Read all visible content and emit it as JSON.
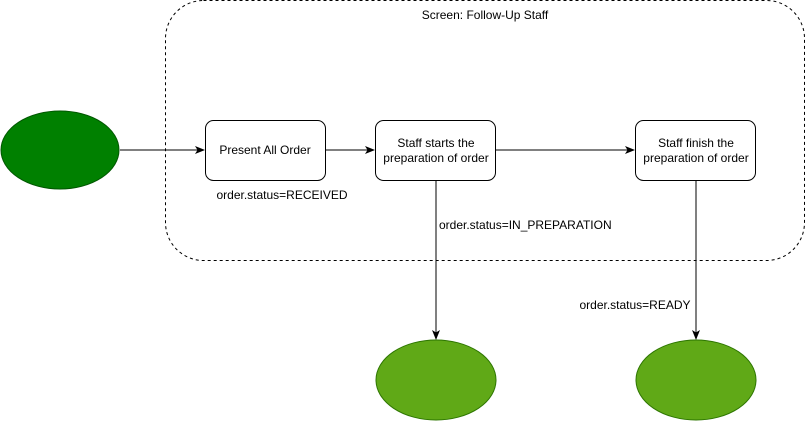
{
  "diagram": {
    "container_title": "Screen: Follow-Up Staff",
    "nodes": {
      "present_all_order": {
        "line1": "Present All Order"
      },
      "staff_starts": {
        "line1": "Staff starts the",
        "line2": "preparation of order"
      },
      "staff_finish": {
        "line1": "Staff finish the",
        "line2": "preparation of order"
      }
    },
    "edge_labels": {
      "received": "order.status=RECEIVED",
      "in_preparation": "order.status=IN_PREPARATION",
      "ready": "order.status=READY"
    },
    "colors": {
      "start_state": "#008000",
      "end_state": "#60a917",
      "stroke": "#000000",
      "box_fill": "#ffffff"
    }
  }
}
